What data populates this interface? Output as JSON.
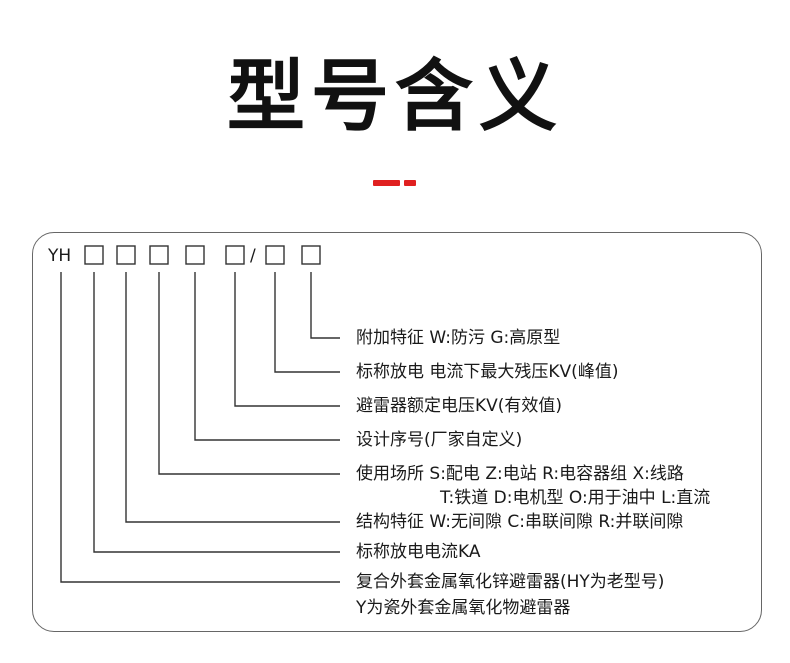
{
  "title": "型号含义",
  "accent_color": "#e02020",
  "model_code": {
    "prefix": "YH",
    "slash": "/"
  },
  "fields": [
    {
      "label": "附加特征  W:防污  G:高原型"
    },
    {
      "label": "标称放电 电流下最大残压KV(峰值)"
    },
    {
      "label": "避雷器额定电压KV(有效值)"
    },
    {
      "label": "设计序号(厂家自定义)"
    },
    {
      "label": "使用场所 S:配电  Z:电站  R:电容器组  X:线路",
      "sub": "T:铁道  D:电机型  O:用于油中  L:直流"
    },
    {
      "label": "结构特征 W:无间隙 C:串联间隙 R:并联间隙"
    },
    {
      "label": "标称放电电流KA"
    },
    {
      "label": "复合外套金属氧化锌避雷器(HY为老型号)",
      "sub": "Y为瓷外套金属氧化物避雷器"
    }
  ]
}
